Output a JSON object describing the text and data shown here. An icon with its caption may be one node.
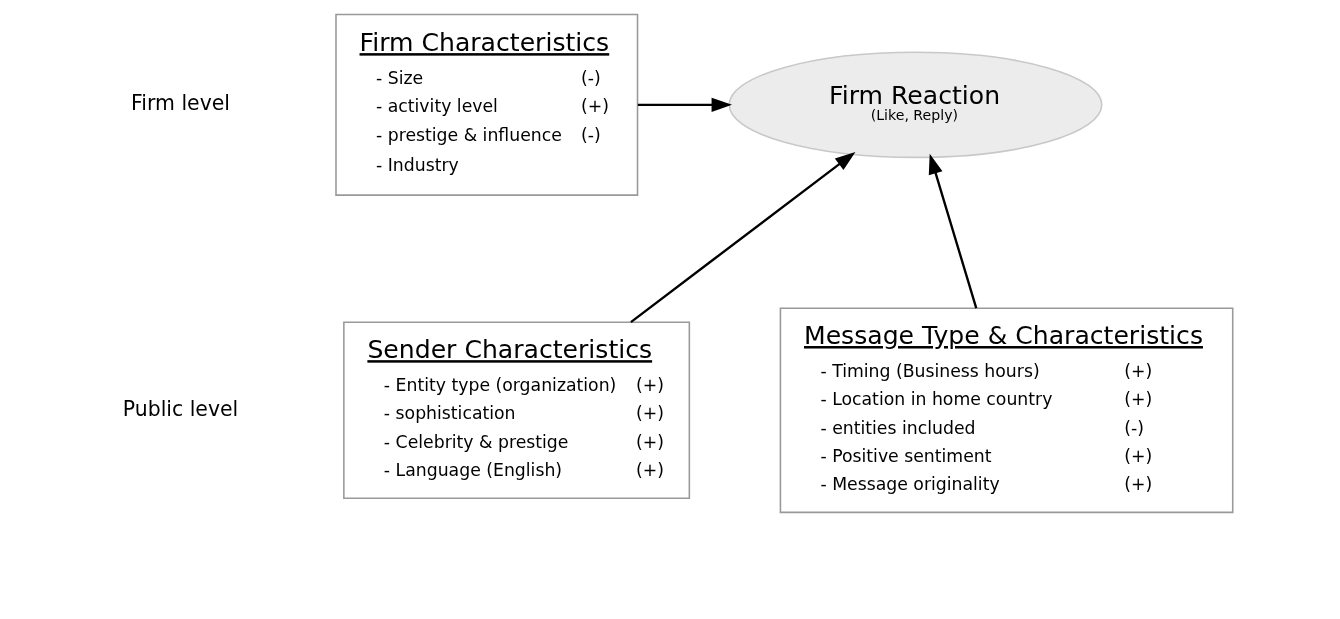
{
  "diagram": {
    "nodes": [
      {
        "text": [
          "Firm Characteristics",
          "- Size",
          "(-)",
          "- activity level",
          "(+)",
          "- prestige & influence",
          "(-)",
          "- Industry"
        ]
      },
      {
        "text": [
          "Firm Reaction",
          "(Like, Reply)"
        ]
      },
      {
        "text": [
          "Message Type & Characteristics",
          "- Timing (Business hours)",
          "(+)",
          "- Location in home country",
          "(+)",
          "- entities included",
          "(-)",
          "- Positive sentiment",
          "(+)",
          "- Message originality",
          "(+)"
        ]
      },
      {
        "text": [
          "Sender Characteristics",
          "- Entity type (organization)",
          "(+)",
          "- sophistication",
          "(+)",
          "- Celebrity & prestige",
          "(+)",
          "- Language (English)",
          "(+)"
        ]
      }
    ],
    "edges": [
      {
        "from": 0,
        "to": 1,
        "arrow": "to"
      },
      {
        "from": 2,
        "to": 1,
        "arrow": "to"
      },
      {
        "from": 3,
        "to": 1,
        "arrow": "to"
      }
    ],
    "labels": [
      "Firm level",
      "Public level"
    ]
  }
}
